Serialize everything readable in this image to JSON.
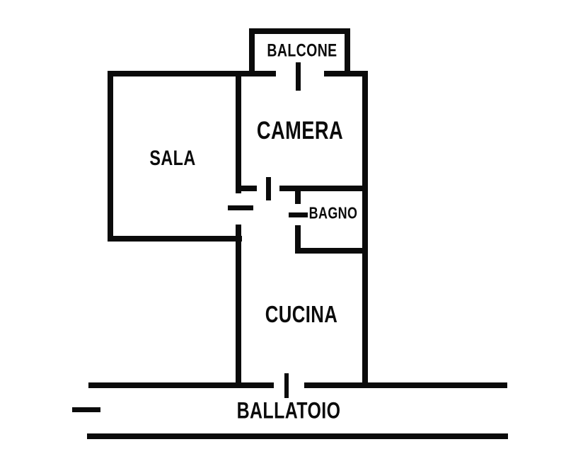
{
  "diagram": {
    "kind": "apartment-floor-plan",
    "rooms": [
      {
        "id": "balcone",
        "label": "BALCONE"
      },
      {
        "id": "camera",
        "label": "CAMERA"
      },
      {
        "id": "sala",
        "label": "SALA"
      },
      {
        "id": "bagno",
        "label": "BAGNO"
      },
      {
        "id": "cucina",
        "label": "CUCINA"
      },
      {
        "id": "ballatoio",
        "label": "BALLATOIO"
      }
    ],
    "colors": {
      "wall": "#0b0b0b",
      "background": "#ffffff",
      "text": "#0b0b0b"
    }
  }
}
